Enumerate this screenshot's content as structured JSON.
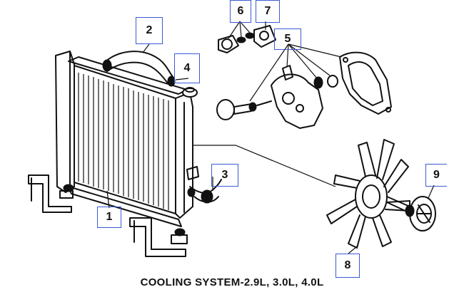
{
  "caption": "COOLING SYSTEM-2.9L, 3.0L, 4.0L",
  "callouts": [
    "1",
    "2",
    "3",
    "4",
    "5",
    "6",
    "7",
    "8",
    "9"
  ],
  "colors": {
    "callout_border": "#3b5bd6",
    "ink": "#111111",
    "background": "#ffffff"
  }
}
